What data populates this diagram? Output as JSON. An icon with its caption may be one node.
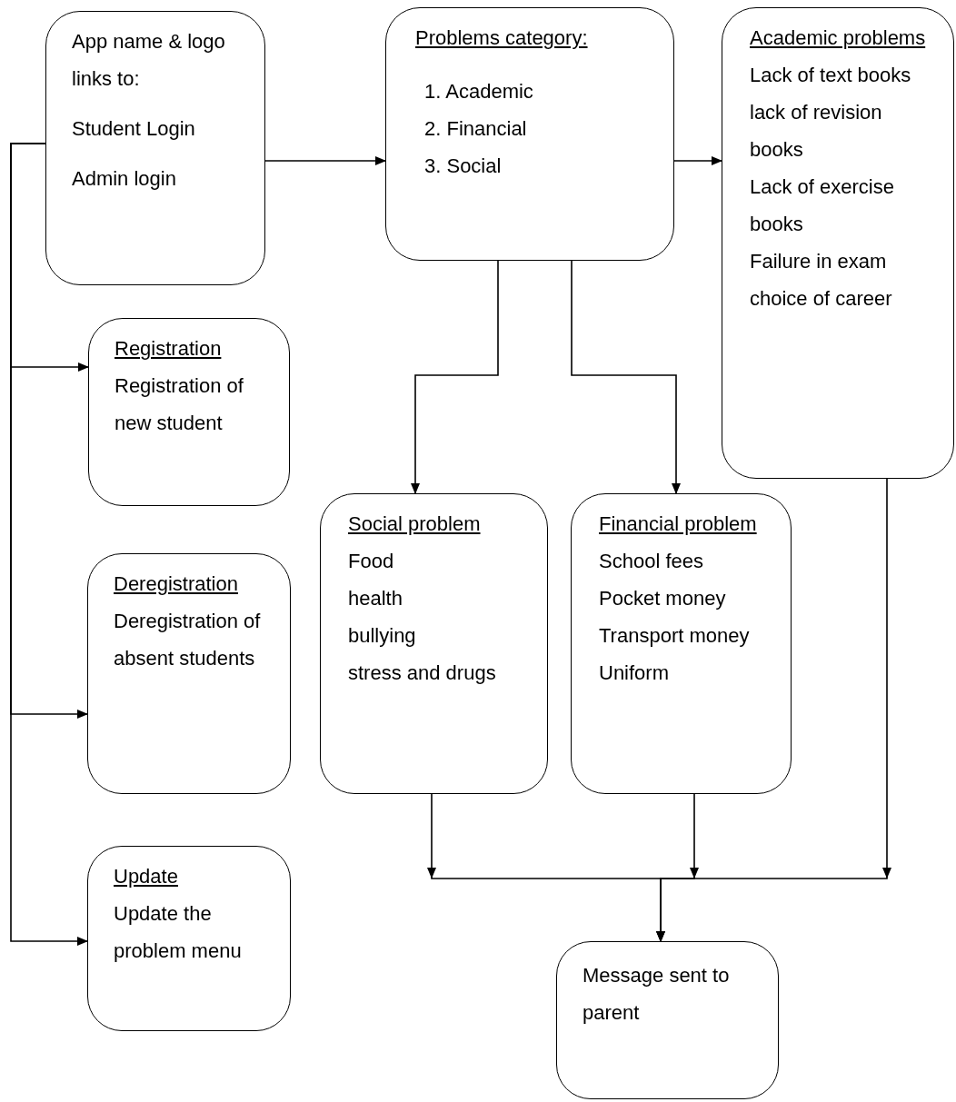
{
  "diagram": {
    "nodes": [
      {
        "text": [
          "App name & logo links to:",
          "Student Login",
          "Admin login"
        ]
      },
      {
        "text": [
          "Problems category:",
          "1. Academic",
          "2. Financial",
          "3. Social"
        ]
      },
      {
        "text": [
          "Academic problems",
          "Lack of text books",
          "lack of revision books",
          "Lack of exercise books",
          "Failure in exam",
          "choice of career"
        ]
      },
      {
        "text": [
          "Registration",
          "Registration of new student"
        ]
      },
      {
        "text": [
          "Deregistration",
          "Deregistration of absent students"
        ]
      },
      {
        "text": [
          "Update",
          "Update the problem menu"
        ]
      },
      {
        "text": [
          "Social problem",
          "Food",
          "health",
          "bullying",
          "stress and drugs"
        ]
      },
      {
        "text": [
          "Financial problem",
          "School fees",
          "Pocket money",
          "Transport money",
          "Uniform"
        ]
      },
      {
        "text": [
          "Message sent to parent"
        ]
      }
    ],
    "edges": [
      {
        "from": 0,
        "to": 1,
        "arrow": "to"
      },
      {
        "from": 1,
        "to": 2,
        "arrow": "to"
      },
      {
        "from": 1,
        "to": 6,
        "arrow": "to"
      },
      {
        "from": 1,
        "to": 7,
        "arrow": "to"
      },
      {
        "from": 0,
        "to": 3,
        "arrow": "to"
      },
      {
        "from": 0,
        "to": 4,
        "arrow": "to"
      },
      {
        "from": 0,
        "to": 5,
        "arrow": "to"
      },
      {
        "from": 6,
        "to": 8,
        "arrow": "to"
      },
      {
        "from": 7,
        "to": 8,
        "arrow": "to"
      },
      {
        "from": 2,
        "to": 8,
        "arrow": "to"
      }
    ]
  }
}
